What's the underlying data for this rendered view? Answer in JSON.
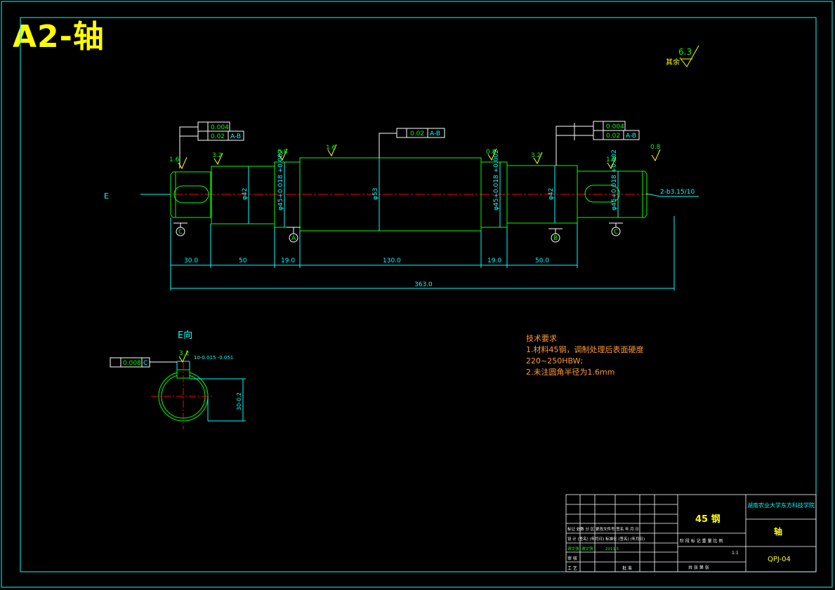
{
  "sheet": {
    "title": "A2-轴",
    "roughness_other": {
      "label": "其余",
      "value": "6.3"
    },
    "view_label_e": "E",
    "end_view_title": "E向"
  },
  "roughness": {
    "r1": "1.6",
    "r2": "3.2",
    "r3": "0.8",
    "r4": "1.6",
    "r5": "0.8",
    "r6": "3.2",
    "r7": "1.6",
    "r8": "0.8",
    "r9": "3.2"
  },
  "tolerance_frames": {
    "left_runout": "0.004",
    "left_cyl": "0.02",
    "left_datum": "A-B",
    "mid_value": "0.02",
    "mid_datum": "A-B",
    "right_runout": "0.004",
    "right_cyl": "0.02",
    "right_datum": "A-B",
    "sym_value": "0.008",
    "sym_datum": "C"
  },
  "diameters": {
    "d1": "φ42",
    "d2": "φ45+0.018\n+0.002",
    "d3": "φ53",
    "d4": "φ45+0.018\n+0.002",
    "d5": "φ42",
    "d6": "φ45+0.018\n+0.002"
  },
  "datums": {
    "a": "A",
    "b": "B",
    "c": "C",
    "c2": "C"
  },
  "dimensions": {
    "seg1": "30.0",
    "seg2": "50",
    "seg3": "19.0",
    "seg4": "130.0",
    "seg5": "19.0",
    "seg6": "50.0",
    "total": "363.0",
    "center_hole": "2-b3.15/10",
    "key_width": "10-0.015\n-0.051",
    "key_depth": "30-0.2"
  },
  "tech_requirements": {
    "heading": "技术要求",
    "line1": "1.材料45钢，调制处理后表面硬度",
    "line2": "220~250HBW;",
    "line3": "2.未注圆角半径为1.6mm"
  },
  "title_block": {
    "material": "45  钢",
    "school": "湖南农业大学东方科技学院",
    "part_name": "轴",
    "drawing_no": "QPJ-04",
    "scale": "1:1",
    "row_marks": "标记  处数  分 区  更改文件号  签名  年.月.日",
    "row_design": "设 计  (签名)  (年月日)  标准化  (签名)  (年月日)",
    "row_stage": "阶 段 标 记   重 量   比 例",
    "row_check": "审 核",
    "row_process": "工 艺",
    "row_approve": "批 准",
    "row_sheets": "共  张   第  张",
    "designer": "谢文强",
    "designer2": "谢文强",
    "date": "2011.5"
  },
  "colors": {
    "outline": "#00ffff",
    "part": "#00ff00",
    "center": "#ff0000",
    "dim": "#00ffff",
    "note": "#ff9933",
    "title": "#ffff00",
    "white": "#ffffff"
  }
}
